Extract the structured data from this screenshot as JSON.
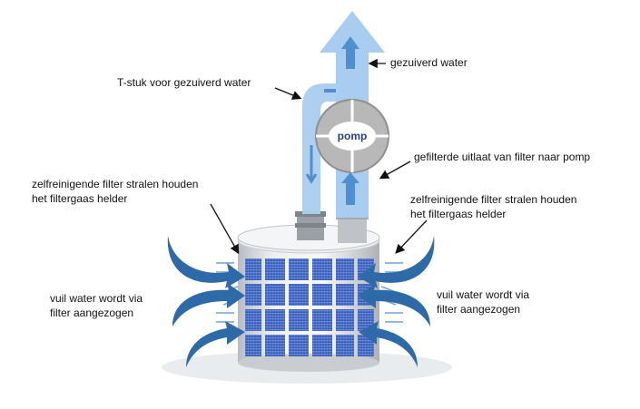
{
  "labels": {
    "gezuiverd_water": "gezuiverd water",
    "t_stuk": "T-stuk voor gezuiverd water",
    "pomp": "pomp",
    "gefilterde_uitlaat": "gefilterde uitlaat van filter naar pomp",
    "zelfreinigend_left_1": "zelfreinigende filter stralen houden",
    "zelfreinigend_left_2": "het filtergaas helder",
    "zelfreinigend_right_1": "zelfreinigende filter stralen houden",
    "zelfreinigend_right_2": "het filtergaas helder",
    "vuil_left_1": "vuil water wordt via",
    "vuil_left_2": "filter aangezogen",
    "vuil_right_1": "vuil water wordt via",
    "vuil_right_2": "filter aangezogen"
  },
  "colors": {
    "pipe": "#a9cdf0",
    "pipe_dark": "#6fa3d8",
    "flow_arrow": "#4f8fd0",
    "mesh": "#3e64c8",
    "frame": "#dfe3e8",
    "swirl": "#2f6aa8",
    "pump_body": "#b8b8b8"
  }
}
